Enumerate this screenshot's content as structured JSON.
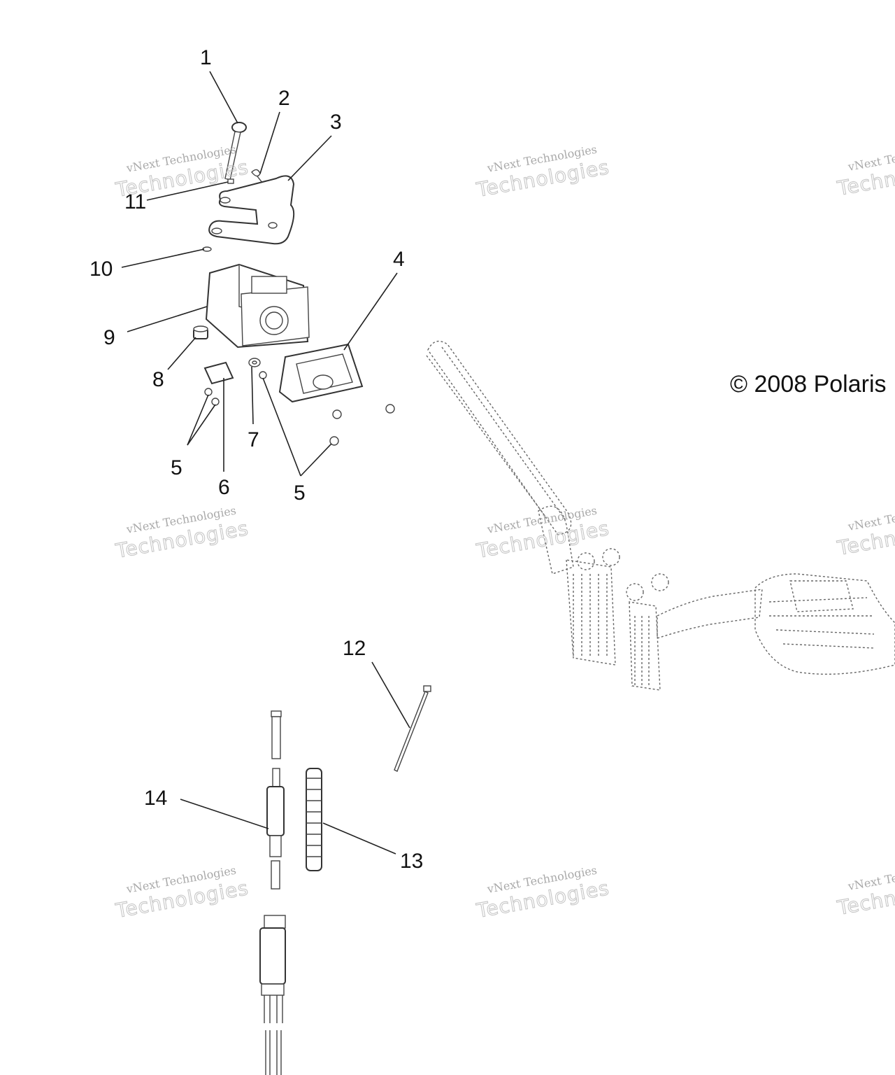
{
  "diagram": {
    "copyright": "© 2008 Polaris",
    "callouts": [
      "1",
      "2",
      "3",
      "4",
      "5",
      "5",
      "6",
      "7",
      "8",
      "9",
      "10",
      "11",
      "12",
      "13",
      "14"
    ],
    "watermark": {
      "line1": "vNext Technologies",
      "line2": "Technologies"
    }
  }
}
